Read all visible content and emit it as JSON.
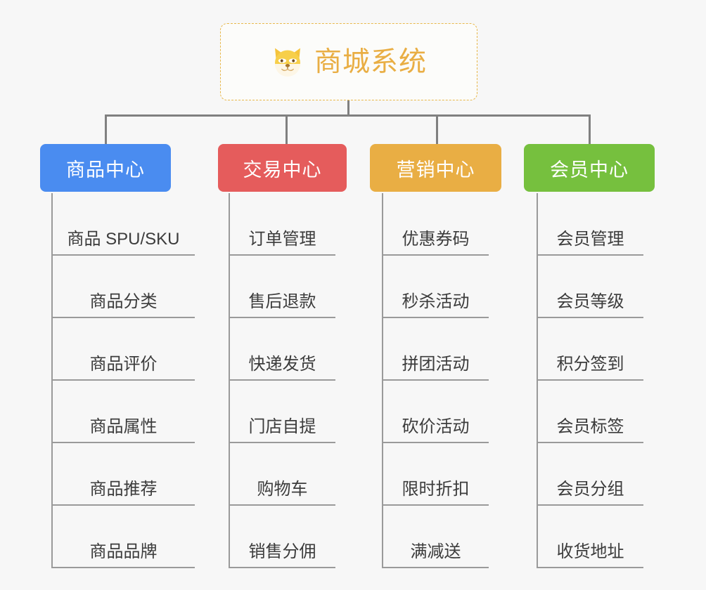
{
  "page": {
    "background_color": "#f7f7f7",
    "line_color": "#808080",
    "leaf_line_color": "#9a9a9a",
    "leaf_text_color": "#3c3c3c"
  },
  "root": {
    "title": "商城系统",
    "icon": "shiba-dog-icon",
    "border_color": "#e8b84b",
    "text_color": "#e9ae44",
    "background_color": "#fcfcfa"
  },
  "branches": [
    {
      "id": "product-center",
      "label": "商品中心",
      "color": "#4a8cf0",
      "items": [
        "商品 SPU/SKU",
        "商品分类",
        "商品评价",
        "商品属性",
        "商品推荐",
        "商品品牌"
      ]
    },
    {
      "id": "trade-center",
      "label": "交易中心",
      "color": "#e55c5c",
      "items": [
        "订单管理",
        "售后退款",
        "快递发货",
        "门店自提",
        "购物车",
        "销售分佣"
      ]
    },
    {
      "id": "marketing-center",
      "label": "营销中心",
      "color": "#e9ae44",
      "items": [
        "优惠券码",
        "秒杀活动",
        "拼团活动",
        "砍价活动",
        "限时折扣",
        "满减送"
      ]
    },
    {
      "id": "member-center",
      "label": "会员中心",
      "color": "#76c03e",
      "items": [
        "会员管理",
        "会员等级",
        "积分签到",
        "会员标签",
        "会员分组",
        "收货地址"
      ]
    }
  ]
}
